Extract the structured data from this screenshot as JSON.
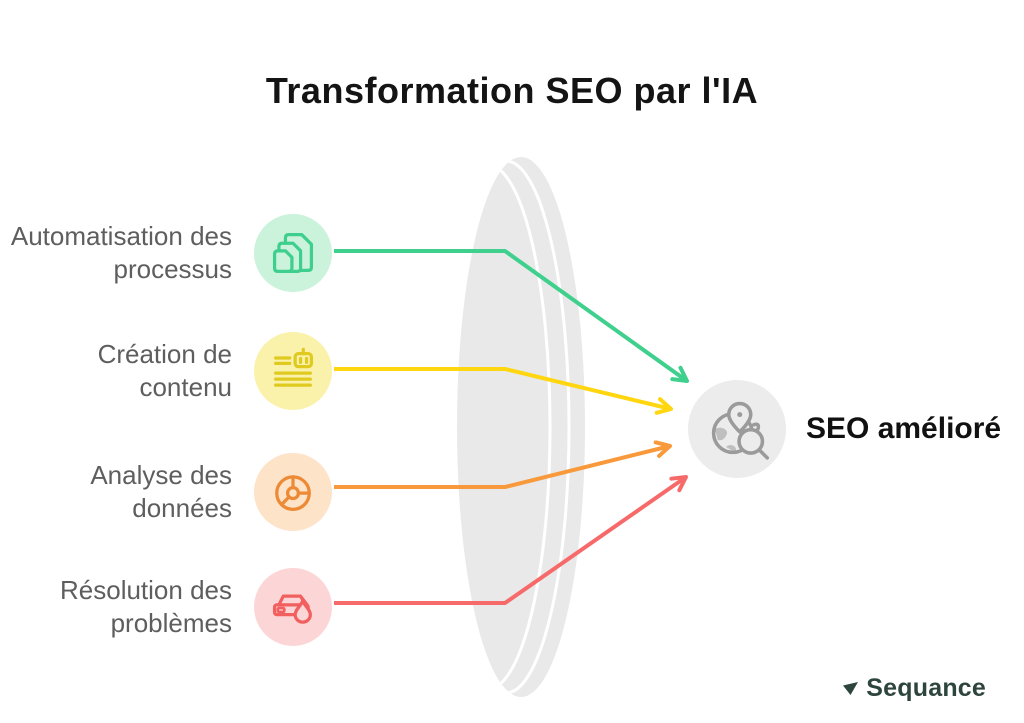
{
  "title": "Transformation SEO par l'IA",
  "items": [
    {
      "label": "Automatisation des processus",
      "icon": "documents-icon",
      "circle_bg": "#cbf3dc",
      "icon_color": "#3ecf8e",
      "arrow_color": "#3ed08c"
    },
    {
      "label": "Création de contenu",
      "icon": "ai-content-icon",
      "circle_bg": "#faf2ab",
      "icon_color": "#e0ca20",
      "arrow_color": "#ffd60f"
    },
    {
      "label": "Analyse des données",
      "icon": "data-wheel-icon",
      "circle_bg": "#fde3c8",
      "icon_color": "#ed8a35",
      "arrow_color": "#f8993c"
    },
    {
      "label": "Résolution des problèmes",
      "icon": "car-problem-icon",
      "circle_bg": "#fcd6d6",
      "icon_color": "#f25f5f",
      "arrow_color": "#f76a6a"
    }
  ],
  "lens": {
    "color": "#e9e9e9"
  },
  "result": {
    "label": "SEO amélioré",
    "icon": "seo-globe-icon",
    "circle_bg": "#ececec",
    "icon_color": "#9b9b9b"
  },
  "logo": {
    "text": "Sequance",
    "color": "#2d453c"
  }
}
